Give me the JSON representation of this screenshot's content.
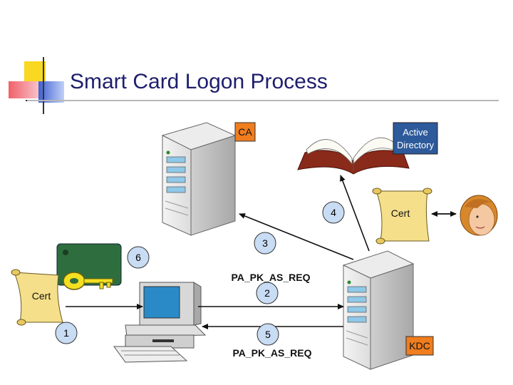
{
  "slide": {
    "title": "Smart Card Logon Process"
  },
  "labels": {
    "ca": "CA",
    "kdc": "KDC",
    "active_directory_line1": "Active",
    "active_directory_line2": "Directory",
    "cert_left": "Cert",
    "cert_right": "Cert",
    "request_top": "PA_PK_AS_REQ",
    "request_bottom": "PA_PK_AS_REQ"
  },
  "steps": [
    "1",
    "2",
    "3",
    "4",
    "5",
    "6"
  ],
  "colors": {
    "title": "#1e1e6e",
    "step_circle": "#c8dcf4",
    "orange_label": "#f07d1e",
    "ad_label": "#2d5a9a",
    "card": "#2e6e3e",
    "scroll": "#f5df8a",
    "book": "#8a2a1a",
    "server": "#e6e6e6"
  }
}
